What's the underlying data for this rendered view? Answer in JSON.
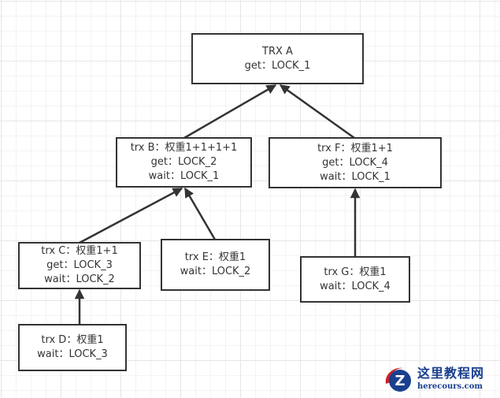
{
  "diagram": {
    "nodes": {
      "a": {
        "lines": [
          "TRX A",
          "get：LOCK_1"
        ]
      },
      "b": {
        "lines": [
          "trx B：权重1+1+1+1",
          "get：LOCK_2",
          "wait：LOCK_1"
        ]
      },
      "f": {
        "lines": [
          "trx F：权重1+1",
          "get：LOCK_4",
          "wait：LOCK_1"
        ]
      },
      "c": {
        "lines": [
          "trx C：权重1+1",
          "get：LOCK_3",
          "wait：LOCK_2"
        ]
      },
      "e": {
        "lines": [
          "trx E：权重1",
          "wait：LOCK_2"
        ]
      },
      "g": {
        "lines": [
          "trx G：权重1",
          "wait：LOCK_4"
        ]
      },
      "d": {
        "lines": [
          "trx D：权重1",
          "wait：LOCK_3"
        ]
      }
    },
    "edges": [
      {
        "from": "b",
        "to": "a"
      },
      {
        "from": "f",
        "to": "a"
      },
      {
        "from": "c",
        "to": "b"
      },
      {
        "from": "e",
        "to": "b"
      },
      {
        "from": "d",
        "to": "c"
      },
      {
        "from": "g",
        "to": "f"
      }
    ]
  },
  "watermark": {
    "title": "这里教程网",
    "url": "herecours.com",
    "logo_letter": "Z",
    "colors": {
      "blue": "#1a3f8f",
      "red": "#c8222a"
    }
  }
}
